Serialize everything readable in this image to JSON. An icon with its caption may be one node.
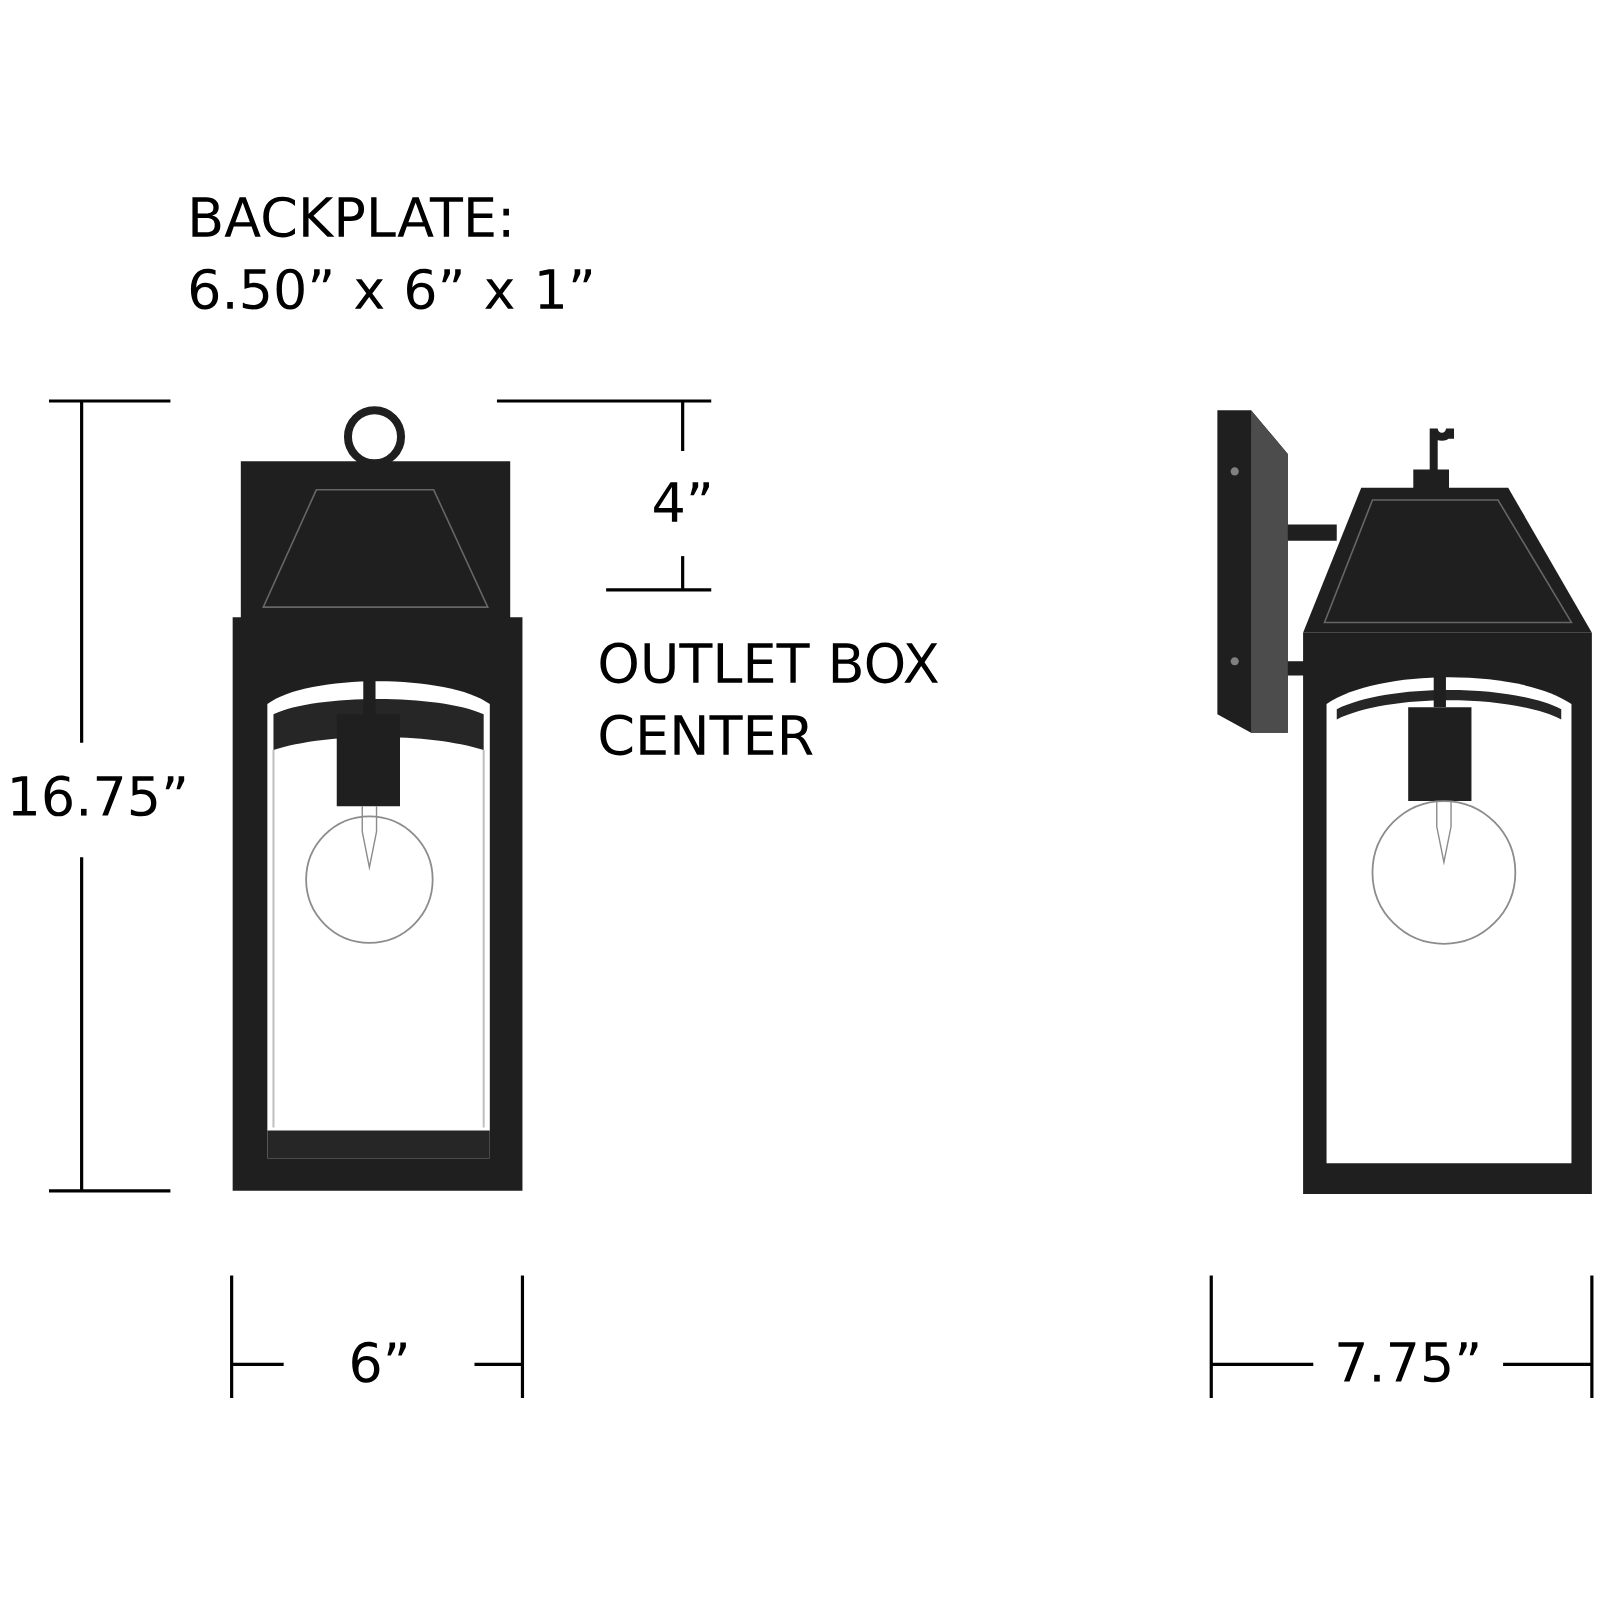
{
  "diagram": {
    "labels": [
      "BACKPLATE: 6.50” x 6” x 1”",
      "4”",
      "OUTLET BOX CENTER",
      "16.75”",
      "6”",
      "7.75”"
    ]
  }
}
